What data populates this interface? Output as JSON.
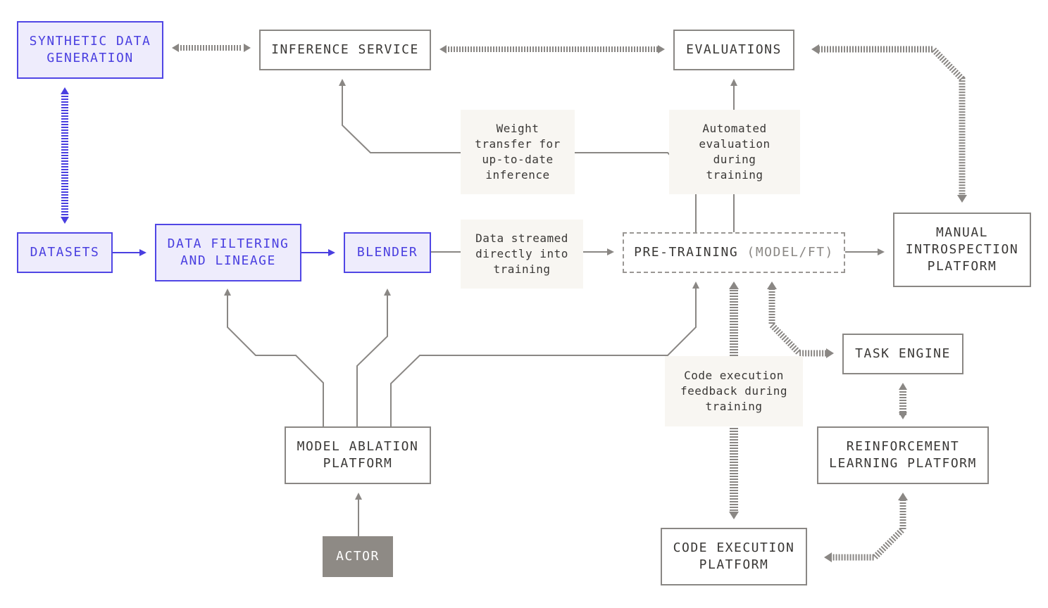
{
  "nodes": {
    "synthetic_data_generation": "SYNTHETIC DATA\nGENERATION",
    "inference_service": "INFERENCE SERVICE",
    "evaluations": "EVALUATIONS",
    "datasets": "DATASETS",
    "data_filtering": "DATA FILTERING\nAND LINEAGE",
    "blender": "BLENDER",
    "pretraining_main": "PRE-TRAINING",
    "pretraining_suffix": "(MODEL/FT)",
    "manual_introspection": "MANUAL\nINTROSPECTION\nPLATFORM",
    "task_engine": "TASK ENGINE",
    "rl_platform": "REINFORCEMENT\nLEARNING PLATFORM",
    "model_ablation": "MODEL ABLATION\nPLATFORM",
    "actor": "ACTOR",
    "code_execution": "CODE EXECUTION\nPLATFORM"
  },
  "notes": {
    "weight_transfer": "Weight\ntransfer for\nup-to-date\ninference",
    "automated_eval": "Automated\nevaluation\nduring\ntraining",
    "data_streamed": "Data streamed\ndirectly into\ntraining",
    "code_feedback": "Code execution\nfeedback during\ntraining"
  },
  "colors": {
    "accent_blue": "#4a3fe0",
    "blue_fill": "#eeecfc",
    "gray_line": "#8a8784",
    "actor_fill": "#8e8a85",
    "note_fill": "#f8f6f2"
  }
}
